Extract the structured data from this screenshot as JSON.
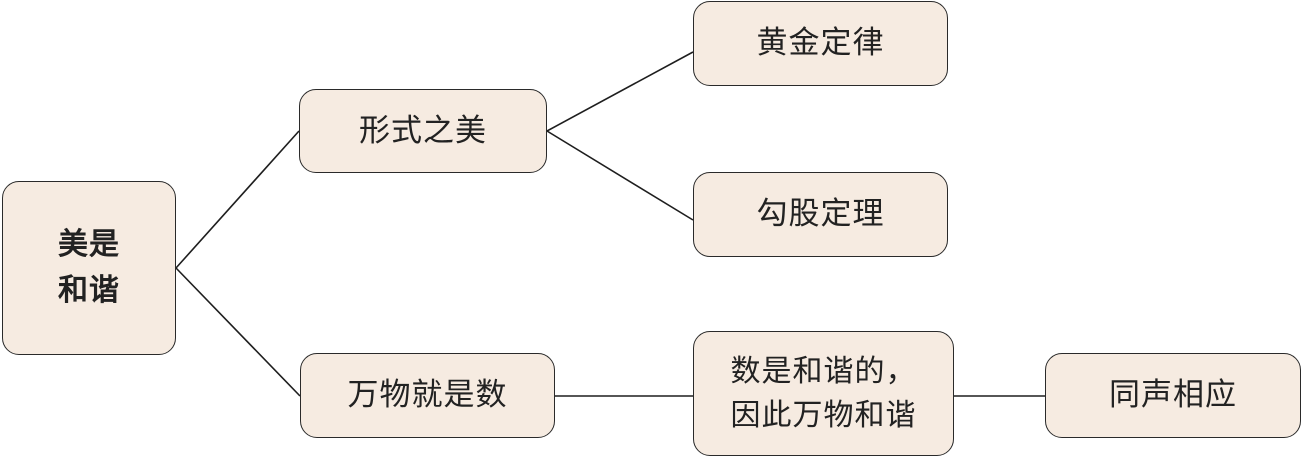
{
  "root": {
    "line1": "美是",
    "line2": "和谐"
  },
  "branches": [
    {
      "label": "形式之美",
      "children": [
        {
          "label": "黄金定律"
        },
        {
          "label": "勾股定理"
        }
      ]
    },
    {
      "label": "万物就是数",
      "children": [
        {
          "line1": "数是和谐的，",
          "line2": "因此万物和谐",
          "children": [
            {
              "label": "同声相应"
            }
          ]
        }
      ]
    }
  ],
  "colors": {
    "node_fill": "#f6ebe1",
    "node_border": "#2a2a2a",
    "edge": "#1e1e1e",
    "text": "#222222"
  }
}
